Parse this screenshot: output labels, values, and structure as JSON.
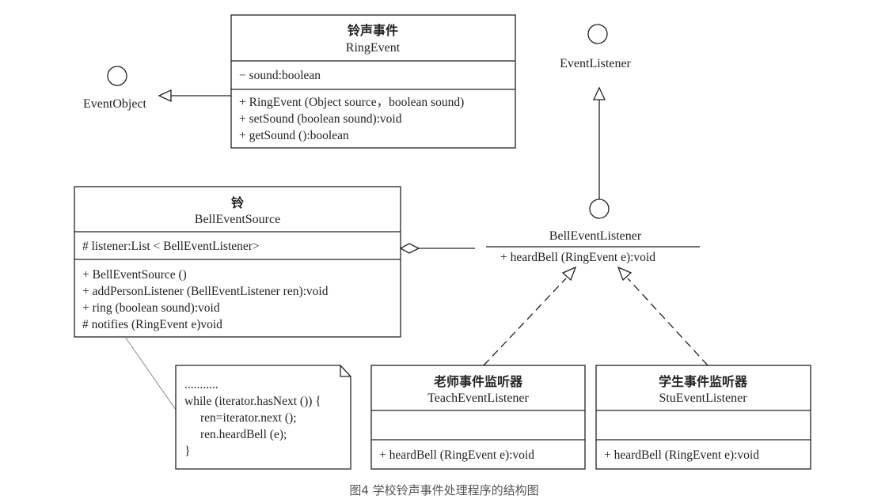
{
  "caption": "图4 学校铃声事件处理程序的结构图",
  "interfaces": {
    "event_object": "EventObject",
    "event_listener": "EventListener",
    "bell_event_listener": "BellEventListener",
    "bell_event_listener_op": "+ heardBell (RingEvent e):void"
  },
  "ring_event": {
    "cn_name": "铃声事件",
    "en_name": "RingEvent",
    "attributes": [
      "− sound:boolean"
    ],
    "operations": [
      "+ RingEvent (Object source，boolean sound)",
      "+ setSound (boolean sound):void",
      "+ getSound ():boolean"
    ]
  },
  "bell_event_source": {
    "cn_name": "铃",
    "en_name": "BellEventSource",
    "attributes": [
      "# listener:List < BellEventListener>"
    ],
    "operations": [
      "+ BellEventSource ()",
      "+ addPersonListener (BellEventListener ren):void",
      "+ ring (boolean sound):void",
      "# notifies (RingEvent e)void"
    ]
  },
  "teach_listener": {
    "cn_name": "老师事件监听器",
    "en_name": "TeachEventListener",
    "operations": [
      "+ heardBell (RingEvent e):void"
    ]
  },
  "stu_listener": {
    "cn_name": "学生事件监听器",
    "en_name": "StuEventListener",
    "operations": [
      "+ heardBell (RingEvent e):void"
    ]
  },
  "note": {
    "lines": [
      "...........",
      "while (iterator.hasNext ()) {",
      "ren=iterator.next ();",
      "ren.heardBell (e);",
      "}"
    ]
  }
}
